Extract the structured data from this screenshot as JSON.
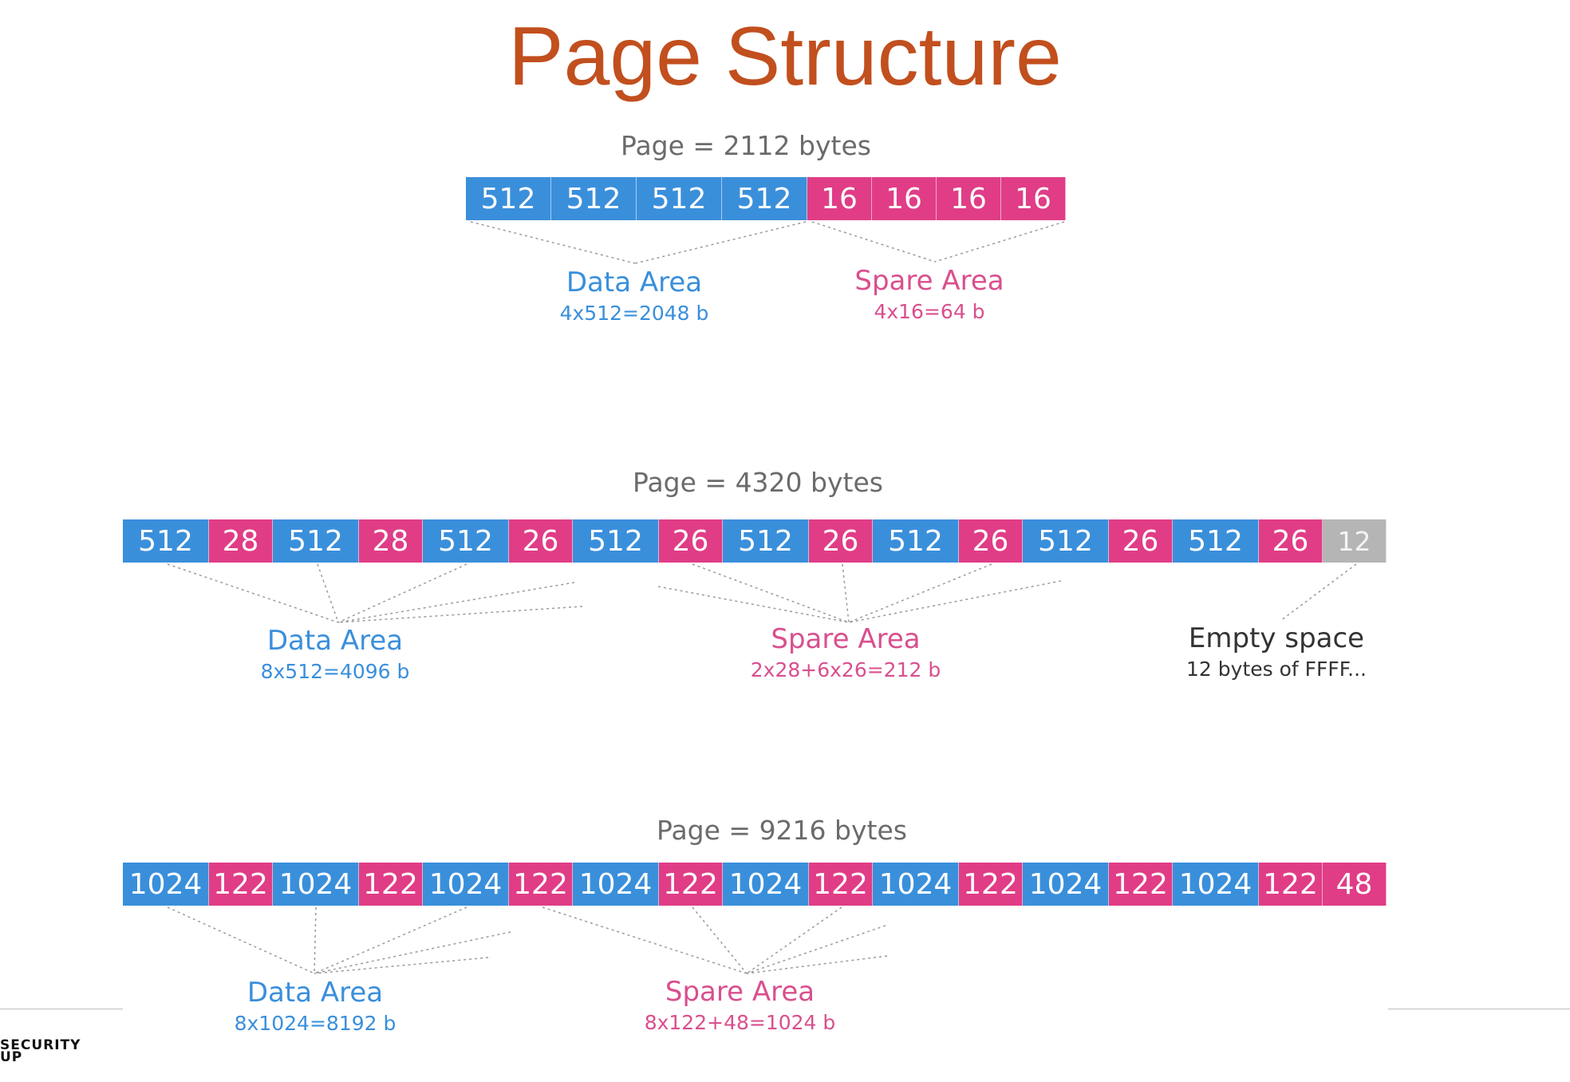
{
  "title": "Page Structure",
  "pages": [
    {
      "label": "Page = 2112 bytes",
      "cells": [
        {
          "value": "512",
          "kind": "data"
        },
        {
          "value": "512",
          "kind": "data"
        },
        {
          "value": "512",
          "kind": "data"
        },
        {
          "value": "512",
          "kind": "data"
        },
        {
          "value": "16",
          "kind": "spare"
        },
        {
          "value": "16",
          "kind": "spare"
        },
        {
          "value": "16",
          "kind": "spare"
        },
        {
          "value": "16",
          "kind": "spare"
        }
      ],
      "areas": [
        {
          "name": "Data Area",
          "formula": "4x512=2048 b",
          "kind": "data"
        },
        {
          "name": "Spare Area",
          "formula": "4x16=64 b",
          "kind": "spare"
        }
      ]
    },
    {
      "label": "Page = 4320 bytes",
      "cells": [
        {
          "value": "512",
          "kind": "data"
        },
        {
          "value": "28",
          "kind": "spare"
        },
        {
          "value": "512",
          "kind": "data"
        },
        {
          "value": "28",
          "kind": "spare"
        },
        {
          "value": "512",
          "kind": "data"
        },
        {
          "value": "26",
          "kind": "spare"
        },
        {
          "value": "512",
          "kind": "data"
        },
        {
          "value": "26",
          "kind": "spare"
        },
        {
          "value": "512",
          "kind": "data"
        },
        {
          "value": "26",
          "kind": "spare"
        },
        {
          "value": "512",
          "kind": "data"
        },
        {
          "value": "26",
          "kind": "spare"
        },
        {
          "value": "512",
          "kind": "data"
        },
        {
          "value": "26",
          "kind": "spare"
        },
        {
          "value": "512",
          "kind": "data"
        },
        {
          "value": "26",
          "kind": "spare"
        },
        {
          "value": "12",
          "kind": "empty"
        }
      ],
      "areas": [
        {
          "name": "Data Area",
          "formula": "8x512=4096 b",
          "kind": "data"
        },
        {
          "name": "Spare Area",
          "formula": "2x28+6x26=212 b",
          "kind": "spare"
        },
        {
          "name": "Empty space",
          "formula": "12 bytes of FFFF...",
          "kind": "empty"
        }
      ]
    },
    {
      "label": "Page = 9216 bytes",
      "cells": [
        {
          "value": "1024",
          "kind": "data"
        },
        {
          "value": "122",
          "kind": "spare"
        },
        {
          "value": "1024",
          "kind": "data"
        },
        {
          "value": "122",
          "kind": "spare"
        },
        {
          "value": "1024",
          "kind": "data"
        },
        {
          "value": "122",
          "kind": "spare"
        },
        {
          "value": "1024",
          "kind": "data"
        },
        {
          "value": "122",
          "kind": "spare"
        },
        {
          "value": "1024",
          "kind": "data"
        },
        {
          "value": "122",
          "kind": "spare"
        },
        {
          "value": "1024",
          "kind": "data"
        },
        {
          "value": "122",
          "kind": "spare"
        },
        {
          "value": "1024",
          "kind": "data"
        },
        {
          "value": "122",
          "kind": "spare"
        },
        {
          "value": "1024",
          "kind": "data"
        },
        {
          "value": "122",
          "kind": "spare"
        },
        {
          "value": "48",
          "kind": "spare"
        }
      ],
      "areas": [
        {
          "name": "Data Area",
          "formula": "8x1024=8192 b",
          "kind": "data"
        },
        {
          "name": "Spare Area",
          "formula": "8x122+48=1024 b",
          "kind": "spare"
        }
      ]
    }
  ],
  "footer": {
    "line1": "SECURITY",
    "line2": "UP"
  }
}
